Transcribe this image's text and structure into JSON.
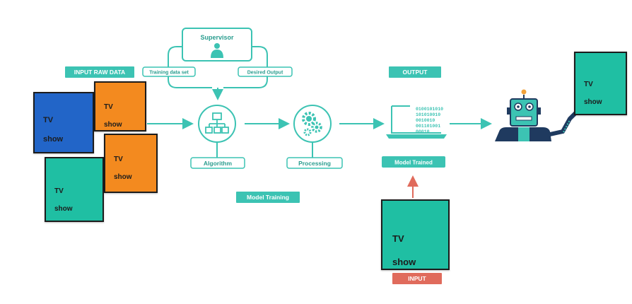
{
  "supervisor": {
    "label": "Supervisor"
  },
  "labels": {
    "training_data_set": "Training data set",
    "desired_output": "Desired Output",
    "algorithm": "Algorithm",
    "processing": "Processing",
    "model_trained": "Model Trained",
    "model_training": "Model Training",
    "input_raw_data": "INPUT RAW DATA",
    "output": "OUTPUT",
    "input": "INPUT"
  },
  "binary_lines": [
    "0100101010",
    "101010010",
    "0010010",
    "001101001",
    "00010"
  ],
  "tv_cards": [
    {
      "line1": "TV",
      "line2": "show",
      "color": "#2265c8"
    },
    {
      "line1": "TV",
      "line2": "show",
      "color": "#f38a1f"
    },
    {
      "line1": "TV",
      "line2": "show",
      "color": "#f38a1f"
    },
    {
      "line1": "TV",
      "line2": "show",
      "color": "#1fbfa3"
    },
    {
      "line1": "TV",
      "line2": "show",
      "color": "#1fbfa3"
    },
    {
      "line1": "TV",
      "line2": "show",
      "color": "#1fbfa3"
    }
  ],
  "colors": {
    "teal": "#3cc3b3",
    "teal_dark": "#2a9d8f",
    "robot_navy": "#1f3a5f",
    "input_red": "#e06b5c"
  }
}
